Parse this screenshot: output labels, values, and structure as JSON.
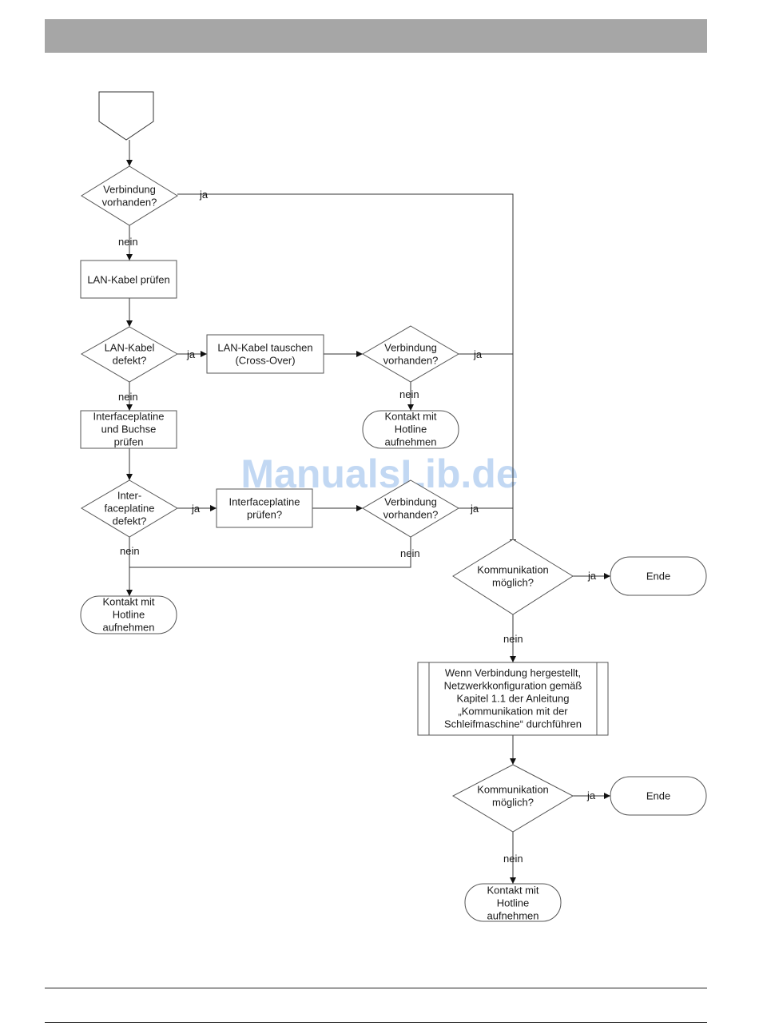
{
  "header": {
    "color": "#a6a6a6"
  },
  "watermark": "ManualsLib.de",
  "nodes": {
    "d1": [
      "Verbindung",
      "vorhanden?"
    ],
    "p1": [
      "LAN-Kabel prüfen"
    ],
    "d2": [
      "LAN-Kabel",
      "defekt?"
    ],
    "p2": [
      "LAN-Kabel tauschen",
      "(Cross-Over)"
    ],
    "d3": [
      "Verbindung",
      "vorhanden?"
    ],
    "t1": [
      "Kontakt mit",
      "Hotline",
      "aufnehmen"
    ],
    "p3": [
      "Interfaceplatine",
      "und Buchse",
      "prüfen"
    ],
    "d4": [
      "Inter-",
      "faceplatine",
      "defekt?"
    ],
    "p4": [
      "Interfaceplatine",
      "prüfen?"
    ],
    "d5": [
      "Verbindung",
      "vorhanden?"
    ],
    "t2": [
      "Kontakt mit",
      "Hotline",
      "aufnehmen"
    ],
    "d6": [
      "Kommunikation",
      "möglich?"
    ],
    "t3": [
      "Ende"
    ],
    "p5": [
      "Wenn Verbindung hergestellt,",
      "Netzwerkkonfiguration gemäß",
      "Kapitel 1.1 der Anleitung",
      "„Kommunikation mit der",
      "Schleifmaschine“ durchführen"
    ],
    "d7": [
      "Kommunikation",
      "möglich?"
    ],
    "t4": [
      "Ende"
    ],
    "t5": [
      "Kontakt mit",
      "Hotline",
      "aufnehmen"
    ]
  },
  "edge_labels": {
    "yes": "ja",
    "no": "nein"
  }
}
